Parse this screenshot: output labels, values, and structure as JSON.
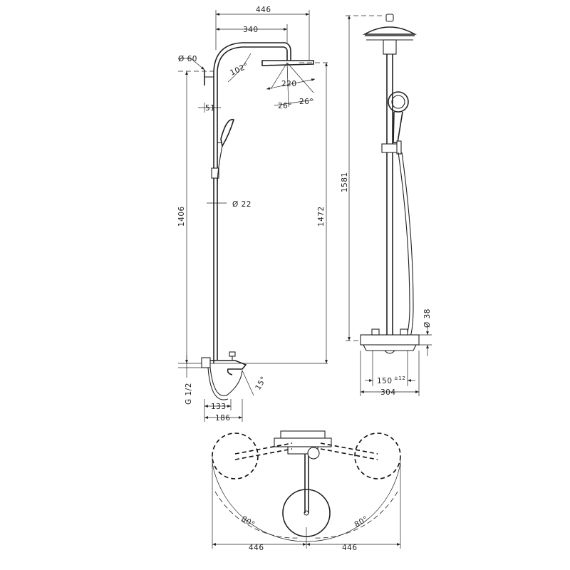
{
  "dimensions": {
    "side_width_total": "446",
    "side_arm_length": "340",
    "wall_bracket_dia": "Ø 60",
    "arm_angle": "102°",
    "head_dia": "220",
    "spray_angle_left": "26°",
    "spray_angle_right": "26°",
    "wall_offset": "51",
    "pipe_dia": "Ø 22",
    "height_1406": "1406",
    "height_1472": "1472",
    "height_1581": "1581",
    "connection_thread": "G 1/2",
    "spout_angle": "15°",
    "projection_133": "133",
    "projection_186": "186",
    "mixer_dia": "Ø 38",
    "centers_150": "150",
    "centers_tolerance": "±12",
    "mixer_width_304": "304",
    "swivel_angle_left": "80°",
    "swivel_angle_right": "80°",
    "swivel_radius_left": "446",
    "swivel_radius_right": "446"
  },
  "colors": {
    "ink": "#222222",
    "paper": "#ffffff"
  }
}
